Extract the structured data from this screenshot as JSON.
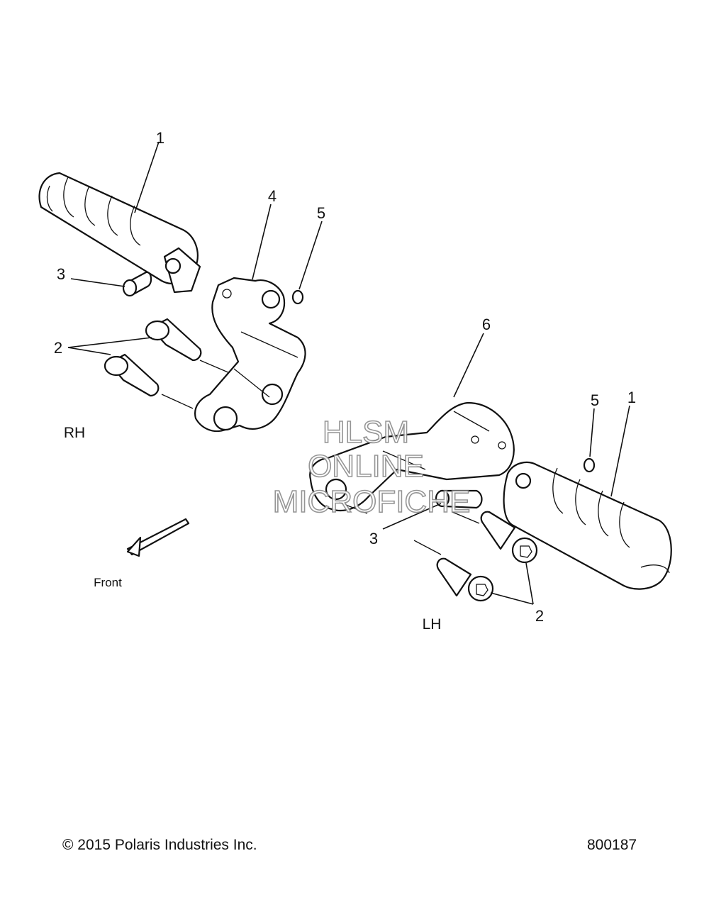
{
  "callouts": {
    "rh_footpeg": "1",
    "rh_bolts": "2",
    "rh_pin": "3",
    "rh_bracket": "4",
    "rh_oring": "5",
    "lh_bracket": "6",
    "lh_oring": "5",
    "lh_footpeg": "1",
    "lh_pin": "3",
    "lh_bolts": "2"
  },
  "side_labels": {
    "rh": "RH",
    "lh": "LH"
  },
  "direction_label": "Front",
  "watermark": {
    "line1": "HLSM",
    "line2": "ONLINE",
    "line3": "MICROFICHE"
  },
  "footer": {
    "copyright": "© 2015 Polaris Industries Inc.",
    "diagram_number": "800187"
  }
}
